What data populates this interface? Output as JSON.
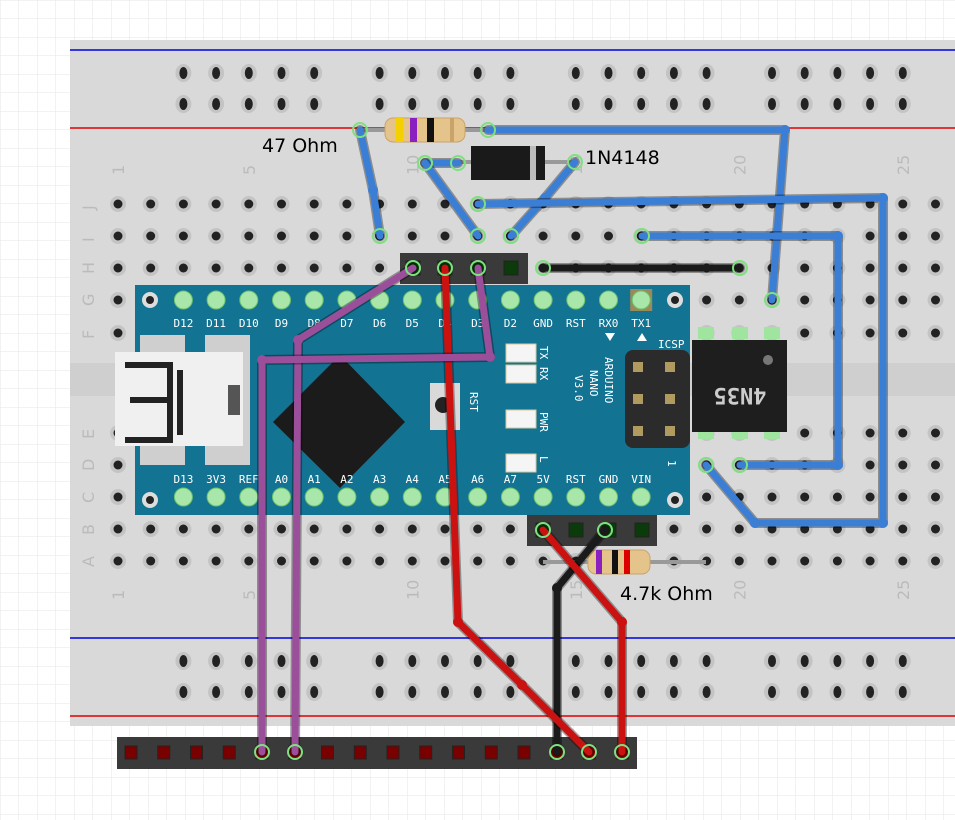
{
  "breadboard": {
    "column_numbers": [
      "1",
      "5",
      "10",
      "15",
      "20",
      "25"
    ],
    "row_letters_top": [
      "J",
      "I",
      "H",
      "G",
      "F"
    ],
    "row_letters_bottom": [
      "E",
      "D",
      "C",
      "B",
      "A"
    ],
    "rail_colors": {
      "positive": "#e00000",
      "negative": "#0000e0"
    }
  },
  "components": {
    "resistor1": {
      "label": "47 Ohm"
    },
    "diode": {
      "label": "1N4148"
    },
    "resistor2": {
      "label": "4.7k Ohm"
    },
    "optocoupler": {
      "label": "4N35"
    },
    "arduino": {
      "name_lines": [
        "ARDUINO",
        "NANO",
        "V3.0"
      ],
      "top_pins": [
        "D12",
        "D11",
        "D10",
        "D9",
        "D8",
        "D7",
        "D6",
        "D5",
        "D4",
        "D3",
        "D2",
        "GND",
        "RST",
        "RX0",
        "TX1"
      ],
      "bottom_pins": [
        "D13",
        "3V3",
        "REF",
        "A0",
        "A1",
        "A2",
        "A3",
        "A4",
        "A5",
        "A6",
        "A7",
        "5V",
        "RST",
        "GND",
        "VIN"
      ],
      "led_labels": [
        "TX",
        "RX",
        "PWR",
        "L"
      ],
      "reset_label": "RST",
      "icsp_label": "ICSP",
      "icsp_pin1": "1"
    }
  },
  "wire_colors": {
    "blue": "#3a7fd5",
    "red": "#cc1111",
    "black": "#1a1a1a",
    "purple": "#9b4f9b"
  }
}
